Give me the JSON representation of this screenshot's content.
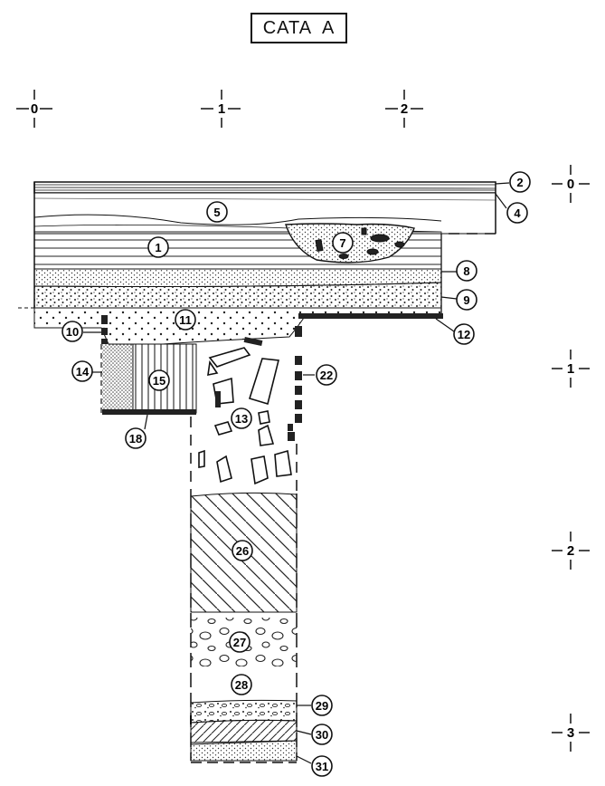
{
  "title": "CATA  A",
  "grid_top": [
    "0",
    "1",
    "2"
  ],
  "grid_right": [
    "0",
    "1",
    "2",
    "3"
  ],
  "layers": [
    {
      "id": "1",
      "pattern": "horizontal-lines"
    },
    {
      "id": "2",
      "pattern": "thin-band"
    },
    {
      "id": "4",
      "pattern": "thin-band"
    },
    {
      "id": "5",
      "pattern": "horizontal-lines"
    },
    {
      "id": "7",
      "pattern": "pit-fill-stones"
    },
    {
      "id": "8",
      "pattern": "fine-stipple"
    },
    {
      "id": "9",
      "pattern": "coarse-stipple"
    },
    {
      "id": "10",
      "pattern": "block-edge"
    },
    {
      "id": "11",
      "pattern": "dots"
    },
    {
      "id": "12",
      "pattern": "dark-band"
    },
    {
      "id": "13",
      "pattern": "rubble"
    },
    {
      "id": "14",
      "pattern": "dense-stipple"
    },
    {
      "id": "15",
      "pattern": "vertical-lines"
    },
    {
      "id": "18",
      "pattern": "dark-base"
    },
    {
      "id": "22",
      "pattern": "block-edge"
    },
    {
      "id": "26",
      "pattern": "diagonal-hatch"
    },
    {
      "id": "27",
      "pattern": "pebbles"
    },
    {
      "id": "28",
      "pattern": "empty"
    },
    {
      "id": "29",
      "pattern": "mixed-fill"
    },
    {
      "id": "30",
      "pattern": "diagonal-hatch"
    },
    {
      "id": "31",
      "pattern": "fine-stipple"
    }
  ]
}
